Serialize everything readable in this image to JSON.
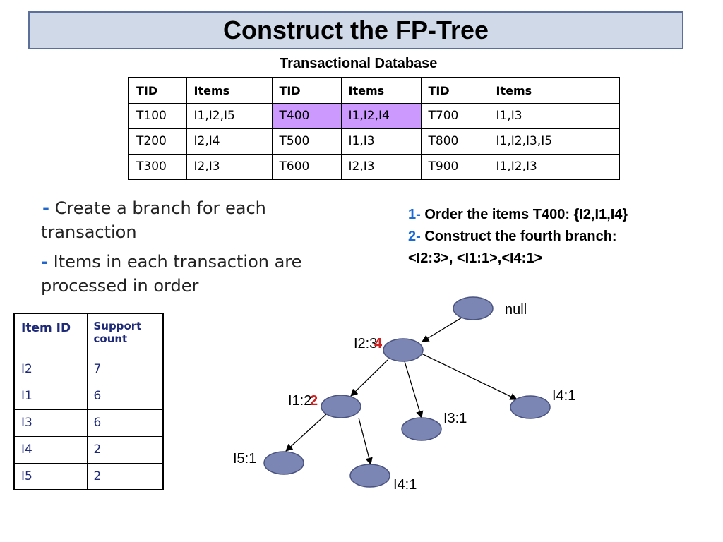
{
  "title": "Construct the FP-Tree",
  "db_caption": "Transactional Database",
  "transactions": {
    "header": [
      "TID",
      "Items",
      "TID",
      "Items",
      "TID",
      "Items"
    ],
    "rows": [
      [
        "T100",
        "I1,I2,I5",
        "T400",
        "I1,I2,I4",
        "T700",
        "I1,I3"
      ],
      [
        "T200",
        "I2,I4",
        "T500",
        "I1,I3",
        "T800",
        "I1,I2,I3,I5"
      ],
      [
        "T300",
        "I2,I3",
        "T600",
        "I2,I3",
        "T900",
        "I1,I2,I3"
      ]
    ],
    "highlight_color": "#cc99ff"
  },
  "bullets": [
    {
      "dash": "-",
      "line1": "Create a branch for each",
      "line2": "transaction"
    },
    {
      "dash": "-",
      "line1": "Items in each transaction are",
      "line2": "processed in order"
    }
  ],
  "steps": [
    {
      "num": "1-",
      "text": "Order the items T400: {I2,I1,I4}"
    },
    {
      "num": "2-",
      "text": "Construct the fourth branch:"
    },
    {
      "num": "",
      "text": "<I2:3>, <I1:1>,<I4:1>"
    }
  ],
  "support_table": {
    "header": [
      "Item ID",
      "Support count"
    ],
    "rows": [
      [
        "I2",
        "7"
      ],
      [
        "I1",
        "6"
      ],
      [
        "I3",
        "6"
      ],
      [
        "I4",
        "2"
      ],
      [
        "I5",
        "2"
      ]
    ]
  },
  "tree": {
    "node_color": "#7b86b5",
    "labels": {
      "root": "null",
      "i2": "I2:3",
      "i2_new": "4",
      "i1": "I1:2",
      "i1_new": "2",
      "i3": "I3:1",
      "i4_right": "I4:1",
      "i5": "I5:1",
      "i4_low": "I4:1"
    }
  }
}
